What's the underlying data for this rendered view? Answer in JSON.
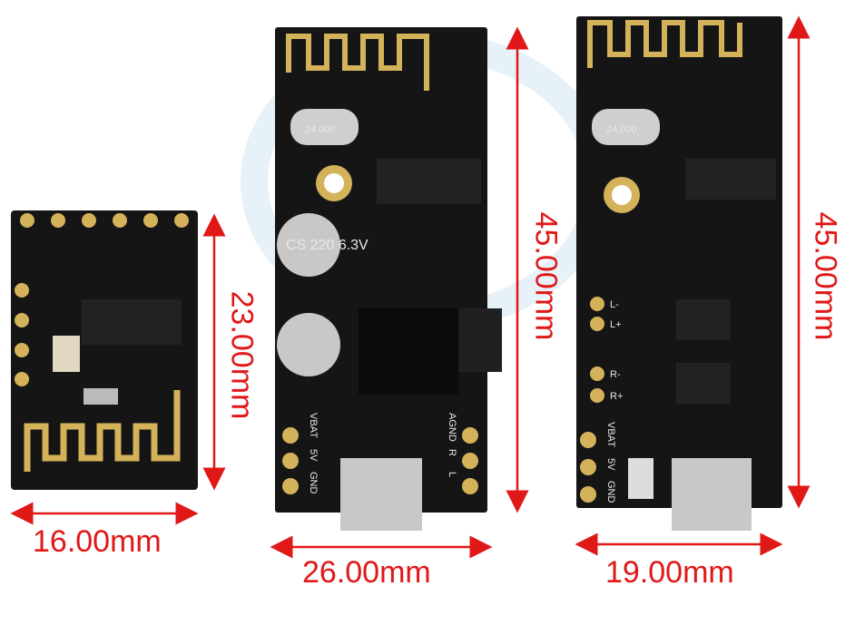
{
  "dimensions": {
    "small_height": "23.00mm",
    "small_width": "16.00mm",
    "middle_height": "45.00mm",
    "middle_width": "26.00mm",
    "right_height": "45.00mm",
    "right_width": "19.00mm"
  },
  "boards": {
    "middle": {
      "capacitor_label": "CS 220 6.3V",
      "crystal": "24.000",
      "pins_left": [
        "VBAT",
        "5V",
        "GND"
      ],
      "pins_right": [
        "L",
        "R",
        "AGND"
      ]
    },
    "right": {
      "crystal": "24.000",
      "pins_left": [
        "VBAT",
        "5V",
        "GND"
      ],
      "speaker_pins": [
        "L-",
        "L+",
        "R-",
        "R+"
      ]
    }
  },
  "colors": {
    "dimension": "#e01818",
    "pcb": "#141414",
    "gold": "#d4b25a"
  }
}
